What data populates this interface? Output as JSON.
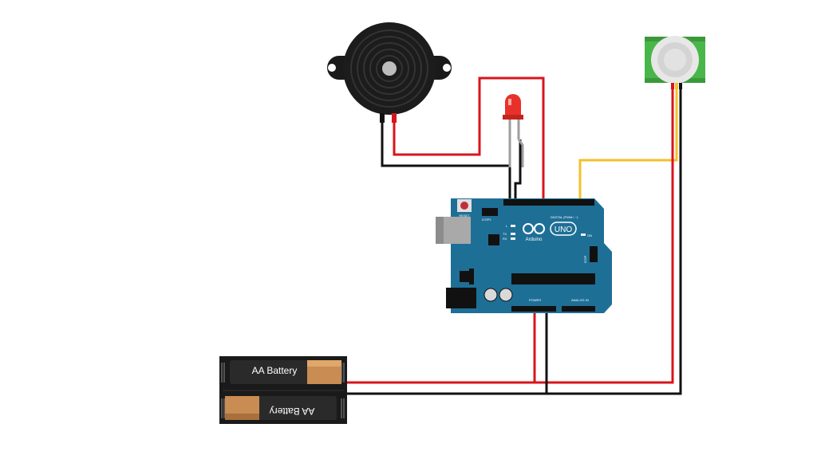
{
  "battery": {
    "top_label": "AA Battery",
    "bottom_label": "AA Battery"
  },
  "arduino": {
    "brand": "Arduino",
    "model": "UNO",
    "reset_label": "RESET",
    "icsp2_label": "ICSP2",
    "icsp_label": "ICSP",
    "digital_label": "DIGITAL (PWM= ~)",
    "power_label": "POWER",
    "analog_label": "ANALOG IN",
    "tx_label": "TX",
    "rx_label": "RX",
    "l_label": "L",
    "on_label": "ON"
  },
  "colors": {
    "wire_red": "#d9141c",
    "wire_black": "#111111",
    "wire_yellow": "#f5c02a",
    "board": "#1e6f96",
    "led": "#e8312a",
    "pir_green": "#49b649"
  }
}
